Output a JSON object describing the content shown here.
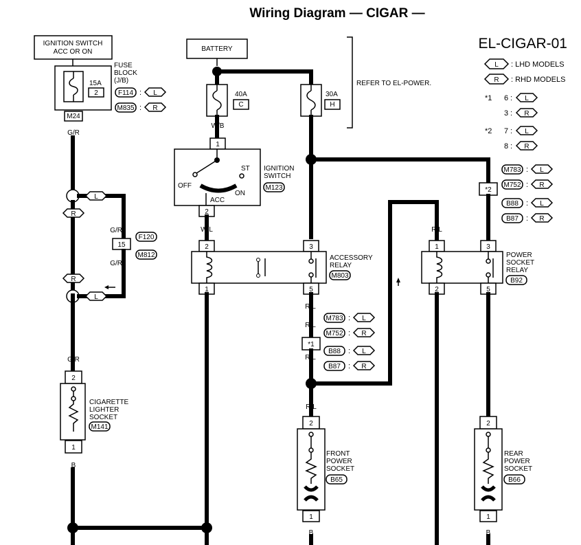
{
  "title": "Wiring Diagram — CIGAR —",
  "code": "EL-CIGAR-01",
  "legend": {
    "lhd_symbol": "L",
    "lhd_text": ": LHD MODELS",
    "rhd_symbol": "R",
    "rhd_text": ": RHD MODELS",
    "star1": "*1",
    "star1_lhd_pin": "6",
    "star1_rhd_pin": "3",
    "star2": "*2",
    "star2_lhd_pin": "7",
    "star2_rhd_pin": "8"
  },
  "ignition_source": {
    "line1": "IGNITION SWITCH",
    "line2": "ACC OR ON"
  },
  "battery": "BATTERY",
  "refer": "REFER TO EL-POWER.",
  "fuse_block": {
    "label1": "FUSE",
    "label2": "BLOCK",
    "label3": "(J/B)",
    "amp": "15A",
    "num": "2",
    "conn_lhd": "F114",
    "conn_rhd": "M835",
    "connector": "M24"
  },
  "fuse_40": {
    "amp": "40A",
    "letter": "C"
  },
  "fuse_30": {
    "amp": "30A",
    "letter": "H"
  },
  "ignition_switch": {
    "label1": "IGNITION",
    "label2": "SWITCH",
    "connector": "M123",
    "off": "OFF",
    "acc": "ACC",
    "on": "ON",
    "st": "ST",
    "pin_in": "1",
    "pin_out": "2"
  },
  "wire_colors": {
    "gr": "G/R",
    "wb": "W/B",
    "r": "R",
    "wl": "W/L",
    "b": "B",
    "rl": "R/L"
  },
  "mid_connector": {
    "num": "15",
    "conn1": "F120",
    "conn2": "M812"
  },
  "accessory_relay": {
    "label1": "ACCESSORY",
    "label2": "RELAY",
    "connector": "M803",
    "pin_tl": "2",
    "pin_bl": "1",
    "pin_tr": "3",
    "pin_br": "5"
  },
  "power_socket_relay": {
    "label1": "POWER",
    "label2": "SOCKET",
    "label3": "RELAY",
    "connector": "B92",
    "pin_tl": "1",
    "pin_bl": "2",
    "pin_tr": "3",
    "pin_br": "5"
  },
  "cigarette_lighter": {
    "label1": "CIGARETTE",
    "label2": "LIGHTER",
    "label3": "SOCKET",
    "connector": "M141",
    "pin_top": "2",
    "pin_bot": "1"
  },
  "front_socket": {
    "label1": "FRONT",
    "label2": "POWER",
    "label3": "SOCKET",
    "connector": "B65",
    "pin_top": "2",
    "pin_bot": "1"
  },
  "rear_socket": {
    "label1": "REAR",
    "label2": "POWER",
    "label3": "SOCKET",
    "connector": "B66",
    "pin_top": "2",
    "pin_bot": "1"
  },
  "jc_star1": {
    "mark": "*1",
    "c1": "M783",
    "c2": "M752",
    "c3": "B88",
    "c4": "B87"
  },
  "jc_star2": {
    "mark": "*2",
    "c1": "M783",
    "c2": "M752",
    "c3": "B88",
    "c4": "B87"
  }
}
